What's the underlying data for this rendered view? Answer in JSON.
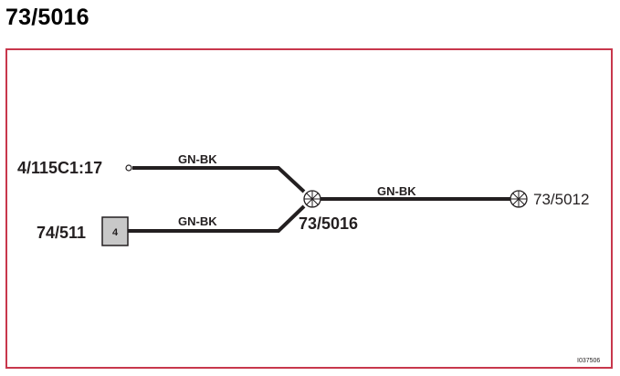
{
  "title": "73/5016",
  "frame": {
    "border_color": "#c8374c"
  },
  "diagram": {
    "connectors": {
      "top_left": "4/115C1:17",
      "bottom_left": "74/511",
      "bottom_left_pin": "4",
      "splice": "73/5016",
      "right": "73/5012"
    },
    "wires": {
      "upper": "GN-BK",
      "lower": "GN-BK",
      "right": "GN-BK"
    },
    "figure_id": "I037506",
    "colors": {
      "line": "#231f20",
      "pin_box_fill": "#c8c8c8"
    }
  }
}
